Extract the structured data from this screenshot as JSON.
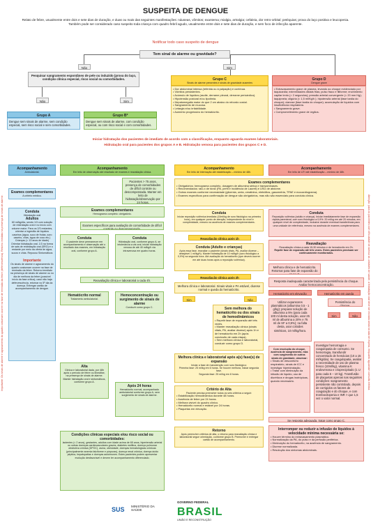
{
  "title": "SUSPEITA DE DENGUE",
  "intro": "Relato de febre, usualmente entre dois e sete dias de duração, e duas ou mais das seguintes manifestações: náuseas, vômitos; exantema; mialgia, artralgia; cefaleia, dor retro-orbital; petéquias; prova do laço positiva e leucopenia. Também pode ser considerado caso suspeito toda criança com quadro febril agudo, usualmente entre dois e sete dias de duração, e sem foco de infecção aparente.",
  "notify": "Notificar todo caso suspeito de dengue",
  "alarm_question": "Tem sinal de alarme ou gravidade?",
  "no_label": "Não",
  "yes_label": "Sim",
  "bleed_question": "Pesquisar sangramento espontâneo de pele ou induzido (prova do laço, condição clínica especial, risco social ou comorbidades.",
  "group_a": {
    "title": "Grupo A",
    "text": "Dengue sem sinais de alarme, sem condição especial, sem risco social e sem comorbidades."
  },
  "group_b": {
    "title": "Grupo B",
    "star": "*",
    "text": "Dengue sem sinais de alarme, com condição especial, ou com risco social e com comorbidades."
  },
  "group_c": {
    "title": "Grupo C",
    "subtitle": "Sinais de alarme presentes e sinais de gravidade ausentes",
    "items": [
      "Dor abdominal intensa (referida ou à palpação) e contínua.",
      "Vômitos persistentes.",
      "Acúmulo de líquidos (ascite, derrame pleural, derrame pericárdico).",
      "Hipotensão postural e/ou lipotimia.",
      "Hepatomegalia maior do que 2 cm abaixo do rebordo costal.",
      "Sangramento de mucosa.",
      "Letargia e/ou irritabilidade.",
      "Aumento progressivo do hematócrito."
    ]
  },
  "group_d": {
    "title": "Grupo D",
    "subtitle": "Dengue grave",
    "items": [
      "Extravasamento grave de plasma, levando ao choque evidenciado por taquicardia; extremidades distais frias; pulso fraco e filiforme; enchimento capilar lento (> 2 segundos); pressão arterial convergente (< 20 mm Hg); taquipneia; oligúria (< 1,5 ml/Kg/h ); hipotensão arterial (fase tardia do choque); cianose (fase tardia do choque); acumulação de líquidos com insuficiência respiratória.",
      "Sangramento grave.",
      "Comprometimento grave de órgãos."
    ]
  },
  "hydration_banner": "Iniciar hidratação dos pacientes de imediato de acordo com a classificação, enquanto aguarda exames laboratoriais.",
  "hydration_banner2": "Hidratação oral para pacientes dos grupos A e B. Hidratação venosa para pacientes dos grupos C e D.",
  "col_a": {
    "follow_title": "Acompanhamento",
    "follow_sub": "Ambulatorial.",
    "exams_title": "Exames complementares",
    "exams_text": "A critério médico.",
    "conduct_title": "Conduta",
    "conduct_sub": "Hidratação oral",
    "adults_title": "Adultos",
    "adults_text": "60 ml/kg/dia, sendo 1/3 com solução de reidratação oral e no início com volume maior. Para os 2/3 restantes, orientar a ingestão de líquidos caseiros (água, suco de frutas, soro caseiro, chás, água de coco etc.) Crianças (< 13 anos de idade) Orientar hidratação oral, 1/3 na forma de sais de reidratação oral (SRO) e o restante por meio da oferta de água, sucos e chás. Repouso Sintomáticos",
    "important_title": "Importante",
    "important_text": "Os sinais de alarme e agravamento do quadro costumam ocorrer na fase de remissão da febre. Retorno imediato na presença de sinais de alarme ou no dia de melhora da febre (possível início da fase crítica); caso não haja defervescência, retornar no 5º dia da doença. Entregar cartão de acompanhamento de dengue."
  },
  "col_b": {
    "follow_title": "Acompanhamento",
    "follow_sub": "Em leito de observação até resultado de exames e reavaliação clínica.",
    "children_note": "Pacientes > 75 anos, presença de comorbidades de difícil controle ou descompensada. Manter em leito de hidratação/observação por 24 horas.",
    "exams_title": "Exames complementares",
    "exams_text": "Hemograma completo: obrigatório.",
    "special_note": "Exames específicos para avaliação de comorbidade de difícil controle ou descompensada.",
    "conduct_title": "Conduta",
    "conduct_text": "O paciente deve permanecer em acompanhamento e observação até o resultado dos exames, em hidratação oral, conforme grupo A.",
    "conduct2": "Conduta",
    "conduct2_text": "Hidratação oral, conforme grupo A, se intolerância a via oral, iniciar hidratação venosa de até 40 ml/kg/h via intravenosa em quatro horas.",
    "reeval": "Reavaliação clínica e laboratorial a cada 4h.",
    "ht_normal_title": "Hematócrito normal",
    "ht_normal_text": "Tratamento ambulatorial.",
    "ht_high_title": "Hemoconcentração ou surgimento de sinais de alarme",
    "ht_high_text": "Conduzir como grupo C.",
    "discharge_title": "Alta",
    "discharge_text": "Clínica e laboratorial dada, por 48h após o período de febre ou ilíneálise, na presença de sinais de alarme. Manter hidratação oral e sintomáticos, conforme grupo A.",
    "after24_title": "Após 24 horas",
    "after24_text": "Hematócrito normal, acompanhado ambulatorial conforme grupo A, sem surgimento de sinais de alarme."
  },
  "special_conditions_title": "Condições clínicas especiais e/ou risco social ou comorbidades:",
  "special_conditions_text": "lactentes (< 2 anos), gestantes, adultos com idade acima de 65 anos, hipertensão arterial ou outras doenças cardiovasculares graves, diabetes mellitus, doença pulmonar obstrutiva crônica (DPOC), asma, obesidade, doenças hematológicas crônicas (principalmente anemia falciforme e púrpuras), doença renal crônica, doença ácido péptica, hepatopatias e doenças autoimunes. Estes pacientes podem apresentar evolução desfavorável e devem ter acompanhamento diferenciado.",
  "col_c": {
    "follow_title": "Acompanhamento",
    "follow_sub": "Em leito de internação até estabilização – mínimo de 48h.",
    "exams_title": "Exames complementares",
    "exams_items": [
      "Obrigatórios: hemograma completo, dosagem de albumina sérica e transaminases.",
      "Recomendados: raio-x de tórax (PA, perfil e incidência de Laurell) e USG de abdome.",
      "Outros exames conforme necessidade (glicemia, ureia, creatinina, eletrólitos, gasometria, TPAE e ecocardiograma).",
      "Exames específicos para confirmação de dengue são obrigatórios, mas não são essenciais para conduta clínica."
    ],
    "conduct_title": "Conduta",
    "conduct_text": "Iniciar reposição volêmica imediata (10ml/kg de soro fisiológico na primeira hora), em qualquer ponto de atenção, independente do nível e complexidade, mesmo na ausência de exames complementares.",
    "reeval1": "Reavaliação clínica após 1h",
    "adult_cond_title": "Conduta (Adulto e crianças)",
    "adult_cond_text": "Após essa fase, reavaliar o paciente (sinais vitais, PA, avaliar diurese – desejável 1 ml/kg/h). Manter hidratação de 10 ml/kg/h (soro fisiológico a 0,9%) na segunda hora. Até avaliação do hematócrito (que deverá ocorrer em até duas horas após a reposição volêmica).",
    "reeval2": "Reavaliação clínica após 2h",
    "improve": "Melhora clínica e laboratorial. Sinais vitais e PA estável, diurese normal e queda do hematócrito.",
    "yes": "Sim",
    "no": "Não",
    "maintain_title": "Sem melhora do hematócrito ou dos sinais de hemodinâmicos",
    "maintain_items": [
      "Repetir fase de expansão até três vezes.",
      "Manter reavaliação clínica (sinais vitais, PA, avaliar diurese) após 1h e de hematócrito em 2h (após conclusão de cada etapa).",
      "Sem melhora clínica e laboratorial, conduzir como grupo D."
    ],
    "maint_phase_title": "Melhora clínica e laboratorial após a(s) fase(s) de expansão",
    "maint_phase_text": "Iniciar a fase de manutenção com soro fisiológico:",
    "first": "Primeira fase: 25 ml/kg em 6 horas. Se houver melhora, iniciar segunda fase.",
    "second": "Segunda fase: 25 ml/kg em 8 horas.",
    "criteria_title": "Critério de Alta",
    "criteria_sub": "Paciente precisa preencher todos os seis critérios a seguir:",
    "criteria_items": [
      "Estabilização hemodinâmica durante 48 horas.",
      "Ausência de febre por 24 horas.",
      "Melhora visível do quadro clínico.",
      "Hematócrito normal e estável por 24 horas.",
      "Plaquetas em elevação."
    ],
    "return_title": "Retorno",
    "return_text": "Após preencher critérios de alta, o retorno para reavaliação clínica e laboratorial segue orientação, conforme grupo B. Preencher e entregar cartão de acompanhamento."
  },
  "col_d": {
    "follow_title": "Acompanhamento",
    "follow_sub": "Em leito de UTI até estabilização – mínimo de 48h.",
    "conduct_title": "Conduta",
    "conduct_text": "Reposição volêmica (adulto e criança). Iniciar imediatamente fase de expansão rápida parenteral, com soro fisiológico a 0,9%: 20 ml/kg em até 20 minutos, em qualquer nível de complexidade, inclusive durante eventual transferência para uma unidade de referência, mesmo na ausência de exames complementares.",
    "reeval_title": "Reavaliação",
    "reeval_text": "Reavaliação clínica a cada 15-30 minutos e de hematócrito em 2h.",
    "repeat": "Repetir fase de expansão até três vezes. Estes pacientes precisam ser continuamente monitorados.",
    "improve": "Melhora clínica e de hematócrito. Retornar para fase de expansão do grupo C.",
    "inadequate": "Resposta inadequada caracterizada pela persistência do choque. Avaliar hemoconcentração.",
    "ht_up": "Hematócrito em elevação",
    "ht_down": "Hematócrito em queda",
    "ht_up_text": "Utilizar expansores plasmáticos (albumina 0,5 - 1 g/kg); preparar solução de albumina a 5% (para cada 100 ml desta solução, usar 25 ml de albumina a 20% e 75 ml de SF a 0,9%); na falta desta, usar coloides sintéticos, 10 ml/kg/hora.",
    "signs": "Persistência do choque.",
    "yes": "Sim",
    "no": "Não",
    "no_text": "Com resolução do choque, ausência de sangramento, mas com surgimento de outros sinais de gravidade, observar:",
    "no_items": [
      "Sinais de desconforto respiratório, sinais de ICC e investigar hiperidratação.",
      "Tratar com diminuição da infusão de líquido, uso de diuréticos e drogas inotrópicas, quando necessário."
    ],
    "invest_text": "Investigar hemorragia e coagulopatia de consumo. Se hemorragia, transfundir concentrado de hemácias (10 a 15 ml/kg/dia). Se coagulopatia, avaliar a necessidade de uso de plasma fresco (10ml/kg), vitamina K endovenosa e crioprecipitado (1 U para cada 5 – 10 kg). Transfusão de plaquetas apenas nas seguintes condições: sangramento persistente não controlado, depois de corrigidos os fatores de coagulação e do choque, e com trombocitopenia e INR > que 1,5 vez o valor normal.",
    "after": "Se resposta adequada, tratar como grupo C.",
    "interrupt_title": "Interromper ou reduzir a infusão de líquidos à velocidade mínima necessária se:",
    "interrupt_items": [
      "Houver término do extravasamento plasmático.",
      "Normalização da PA, do pulso e da perfusão periférica.",
      "Diminuição do hematócrito, na ausência de sangramento.",
      "Diurese normalizada.",
      "Resolução dos sintomas abdominais."
    ]
  },
  "side_left": "Importante: Os sinais de alarme e agravamento do quadro costumam ocorrer na fase de remissão da febre (defervescência). Retorno imediato na presença de sinais de alarme.",
  "side_right": "Atenção: para os pacientes com dificuldade de acesso às unidades de saúde, a hidratação oral deve ser iniciada ainda na sala de espera, enquanto aguardam consulta médica.",
  "footer": {
    "sus": "SUS",
    "ministry": "MINISTÉRIO DA SAÚDE",
    "gov": "GOVERNO FEDERAL",
    "brasil": "BRASIL",
    "motto": "UNIÃO E RECONSTRUÇÃO"
  }
}
